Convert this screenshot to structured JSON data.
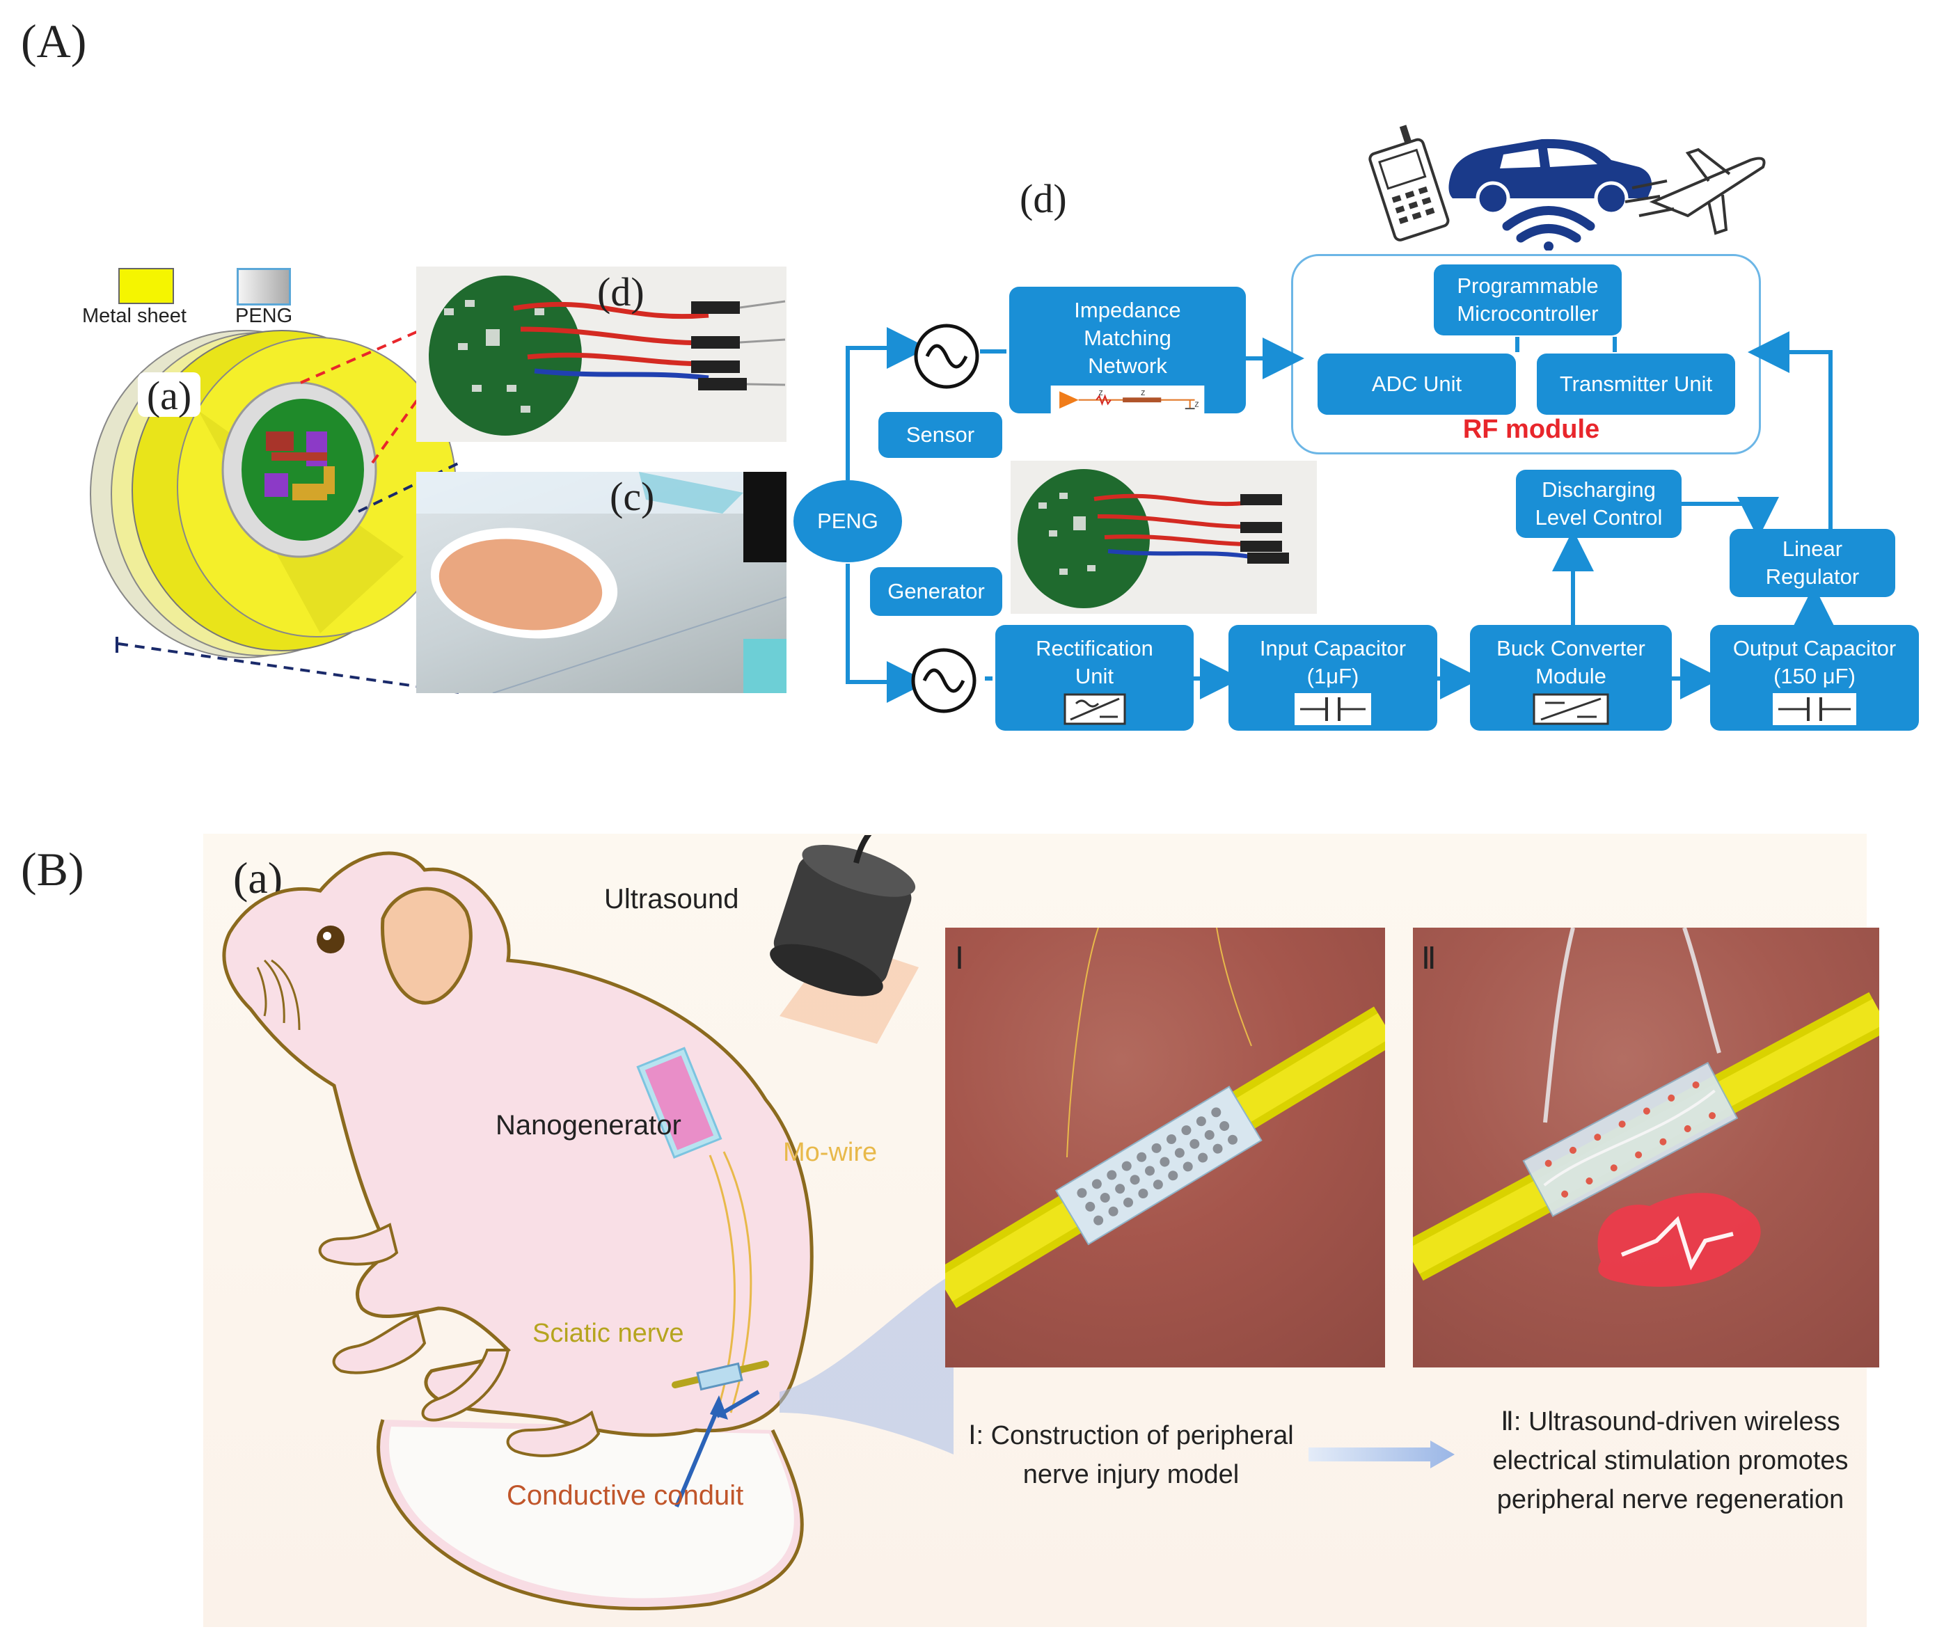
{
  "panelA": {
    "label": "(A)",
    "legend": {
      "metal": "Metal sheet",
      "peng": "PENG"
    },
    "device_label": "(a)",
    "photo_top_label": "(d)",
    "photo_bottom_label": "(c)",
    "diagram_label": "(d)",
    "blocks": {
      "impedance": "Impedance Matching Network",
      "programmable": "Programmable Microcontroller",
      "adc": "ADC Unit",
      "transmitter": "Transmitter Unit",
      "rf": "RF module",
      "sensor": "Sensor",
      "peng": "PENG",
      "generator": "Generator",
      "discharging": "Discharging Level Control",
      "linear": "Linear Regulator",
      "rectification": "Rectification Unit",
      "input_cap": "Input Capacitor (1μF)",
      "buck": "Buck Converter Module",
      "output_cap": "Output Capacitor (150 μF)"
    },
    "zlabel": "Z",
    "colors": {
      "block": "#1a8fd6",
      "rf_text": "#e8262b",
      "icon": "#1a3a8a"
    }
  },
  "panelB": {
    "label": "(B)",
    "sub_label": "(a)",
    "labels": {
      "ultrasound": "Ultrasound",
      "nanogenerator": "Nanogenerator",
      "mowire": "Mo-wire",
      "sciatic": "Sciatic nerve",
      "conduit": "Conductive conduit"
    },
    "img1_label": "Ⅰ",
    "img2_label": "Ⅱ",
    "caption1": "Ⅰ: Construction of peripheral nerve injury model",
    "caption2": "Ⅱ: Ultrasound-driven wireless electrical stimulation promotes peripheral nerve regeneration",
    "colors": {
      "mowire": "#e8b94a",
      "sciatic": "#b5a41e",
      "conduit": "#c0552a"
    }
  }
}
